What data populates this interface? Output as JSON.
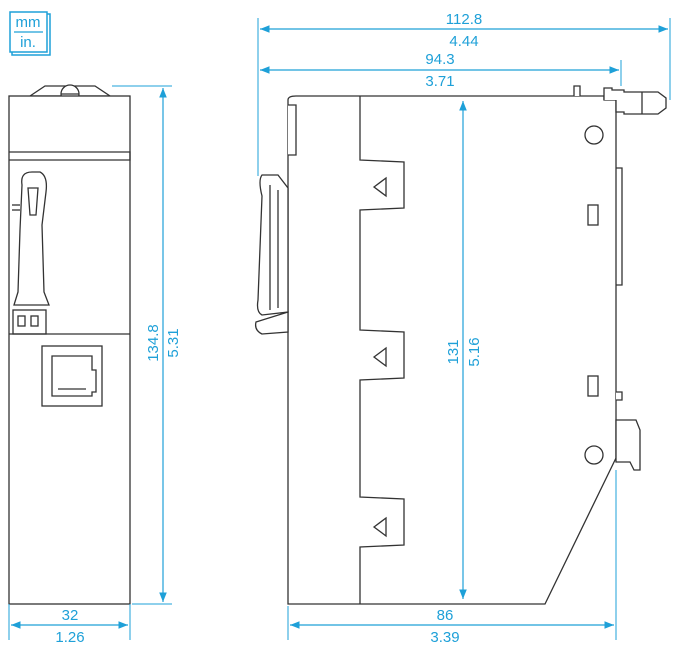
{
  "units_legend": {
    "top": "mm",
    "bottom": "in."
  },
  "colors": {
    "dimension": "#1ea0d8",
    "outline": "#333333",
    "fill": "#ffffff"
  },
  "dimensions": {
    "overall_depth": {
      "mm": "112.8",
      "in": "4.44"
    },
    "body_depth": {
      "mm": "94.3",
      "in": "3.71"
    },
    "front_height": {
      "mm": "134.8",
      "in": "5.31"
    },
    "front_width": {
      "mm": "32",
      "in": "1.26"
    },
    "side_height": {
      "mm": "131",
      "in": "5.16"
    },
    "base_depth": {
      "mm": "86",
      "in": "3.39"
    }
  }
}
